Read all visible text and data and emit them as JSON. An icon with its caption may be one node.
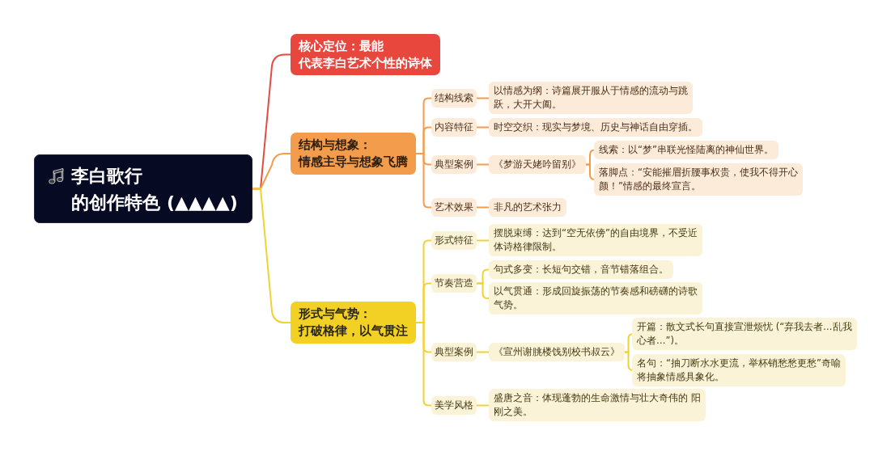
{
  "diagram": {
    "nodes": [
      {
        "text": [
          "李白歌行的创作特色 (▲▲▲▲)"
        ]
      },
      {
        "text": [
          "核心定位：最能代表李白艺术个性的诗体"
        ]
      },
      {
        "text": [
          "结构与想象：情感主导与想象飞腾"
        ]
      },
      {
        "text": [
          "结构线索"
        ]
      },
      {
        "text": [
          "以情感为纲：诗篇展开服从于情感的流动与跳跃，大开大阖。"
        ]
      },
      {
        "text": [
          "内容特征"
        ]
      },
      {
        "text": [
          "时空交织：现实与梦境、历史与神话自由穿插。"
        ]
      },
      {
        "text": [
          "典型案例"
        ]
      },
      {
        "text": [
          "《梦游天姥吟留别》"
        ]
      },
      {
        "text": [
          "线索：以“梦”串联光怪陆离的神仙世界。"
        ]
      },
      {
        "text": [
          "落脚点：“安能摧眉折腰事权贵，使我不得开心颜！”情感的最终宣言。"
        ]
      },
      {
        "text": [
          "艺术效果"
        ]
      },
      {
        "text": [
          "非凡的艺术张力"
        ]
      },
      {
        "text": [
          "形式与气势：打破格律，以气贯注"
        ]
      },
      {
        "text": [
          "形式特征"
        ]
      },
      {
        "text": [
          "摆脱束缚：达到“空无依傍”的自由境界，不受近体诗格律限制。"
        ]
      },
      {
        "text": [
          "节奏营造"
        ]
      },
      {
        "text": [
          "句式多变：长短句交错，音节错落组合。"
        ]
      },
      {
        "text": [
          "以气贯通：形成回旋振荡的节奏感和磅礴的诗歌气势。"
        ]
      },
      {
        "text": [
          "典型案例"
        ]
      },
      {
        "text": [
          "《宣州谢朓楼饯别校书叔云》"
        ]
      },
      {
        "text": [
          "开篇：散文式长句直接宣泄烦忧 (“弃我去者…乱我心者…”)。"
        ]
      },
      {
        "text": [
          "名句：“抽刀断水水更流，举杯销愁愁更愁”奇喻将抽象情感具象化。"
        ]
      },
      {
        "text": [
          "美学风格"
        ]
      },
      {
        "text": [
          "盛唐之音：体现蓬勃的生命激情与壮大奇伟的 阳刚之美。"
        ]
      }
    ],
    "edges": [
      {
        "from": 0,
        "to": 1,
        "arrow": "none",
        "color": "#e34b3e"
      },
      {
        "from": 0,
        "to": 2,
        "arrow": "none",
        "color": "#f39c4c"
      },
      {
        "from": 2,
        "to": 3,
        "arrow": "none",
        "color": "#f39c4c"
      },
      {
        "from": 3,
        "to": 4,
        "arrow": "none",
        "color": "#f39c4c"
      },
      {
        "from": 2,
        "to": 5,
        "arrow": "none",
        "color": "#f39c4c"
      },
      {
        "from": 5,
        "to": 6,
        "arrow": "none",
        "color": "#f39c4c"
      },
      {
        "from": 2,
        "to": 7,
        "arrow": "none",
        "color": "#f39c4c"
      },
      {
        "from": 7,
        "to": 8,
        "arrow": "none",
        "color": "#f39c4c"
      },
      {
        "from": 8,
        "to": 9,
        "arrow": "none",
        "color": "#f39c4c"
      },
      {
        "from": 8,
        "to": 10,
        "arrow": "none",
        "color": "#f39c4c"
      },
      {
        "from": 2,
        "to": 11,
        "arrow": "none",
        "color": "#f39c4c"
      },
      {
        "from": 11,
        "to": 12,
        "arrow": "none",
        "color": "#f39c4c"
      },
      {
        "from": 0,
        "to": 13,
        "arrow": "none"
      },
      {
        "from": 13,
        "to": 14,
        "arrow": "none"
      },
      {
        "from": 14,
        "to": 15,
        "arrow": "none"
      },
      {
        "from": 13,
        "to": 16,
        "arrow": "none"
      },
      {
        "from": 16,
        "to": 17,
        "arrow": "none"
      },
      {
        "from": 16,
        "to": 18,
        "arrow": "none"
      },
      {
        "from": 13,
        "to": 19,
        "arrow": "none"
      },
      {
        "from": 19,
        "to": 20,
        "arrow": "none"
      },
      {
        "from": 20,
        "to": 21,
        "arrow": "none"
      },
      {
        "from": 20,
        "to": 22,
        "arrow": "none"
      },
      {
        "from": 13,
        "to": 23,
        "arrow": "none"
      },
      {
        "from": 23,
        "to": 24,
        "arrow": "none"
      }
    ]
  }
}
